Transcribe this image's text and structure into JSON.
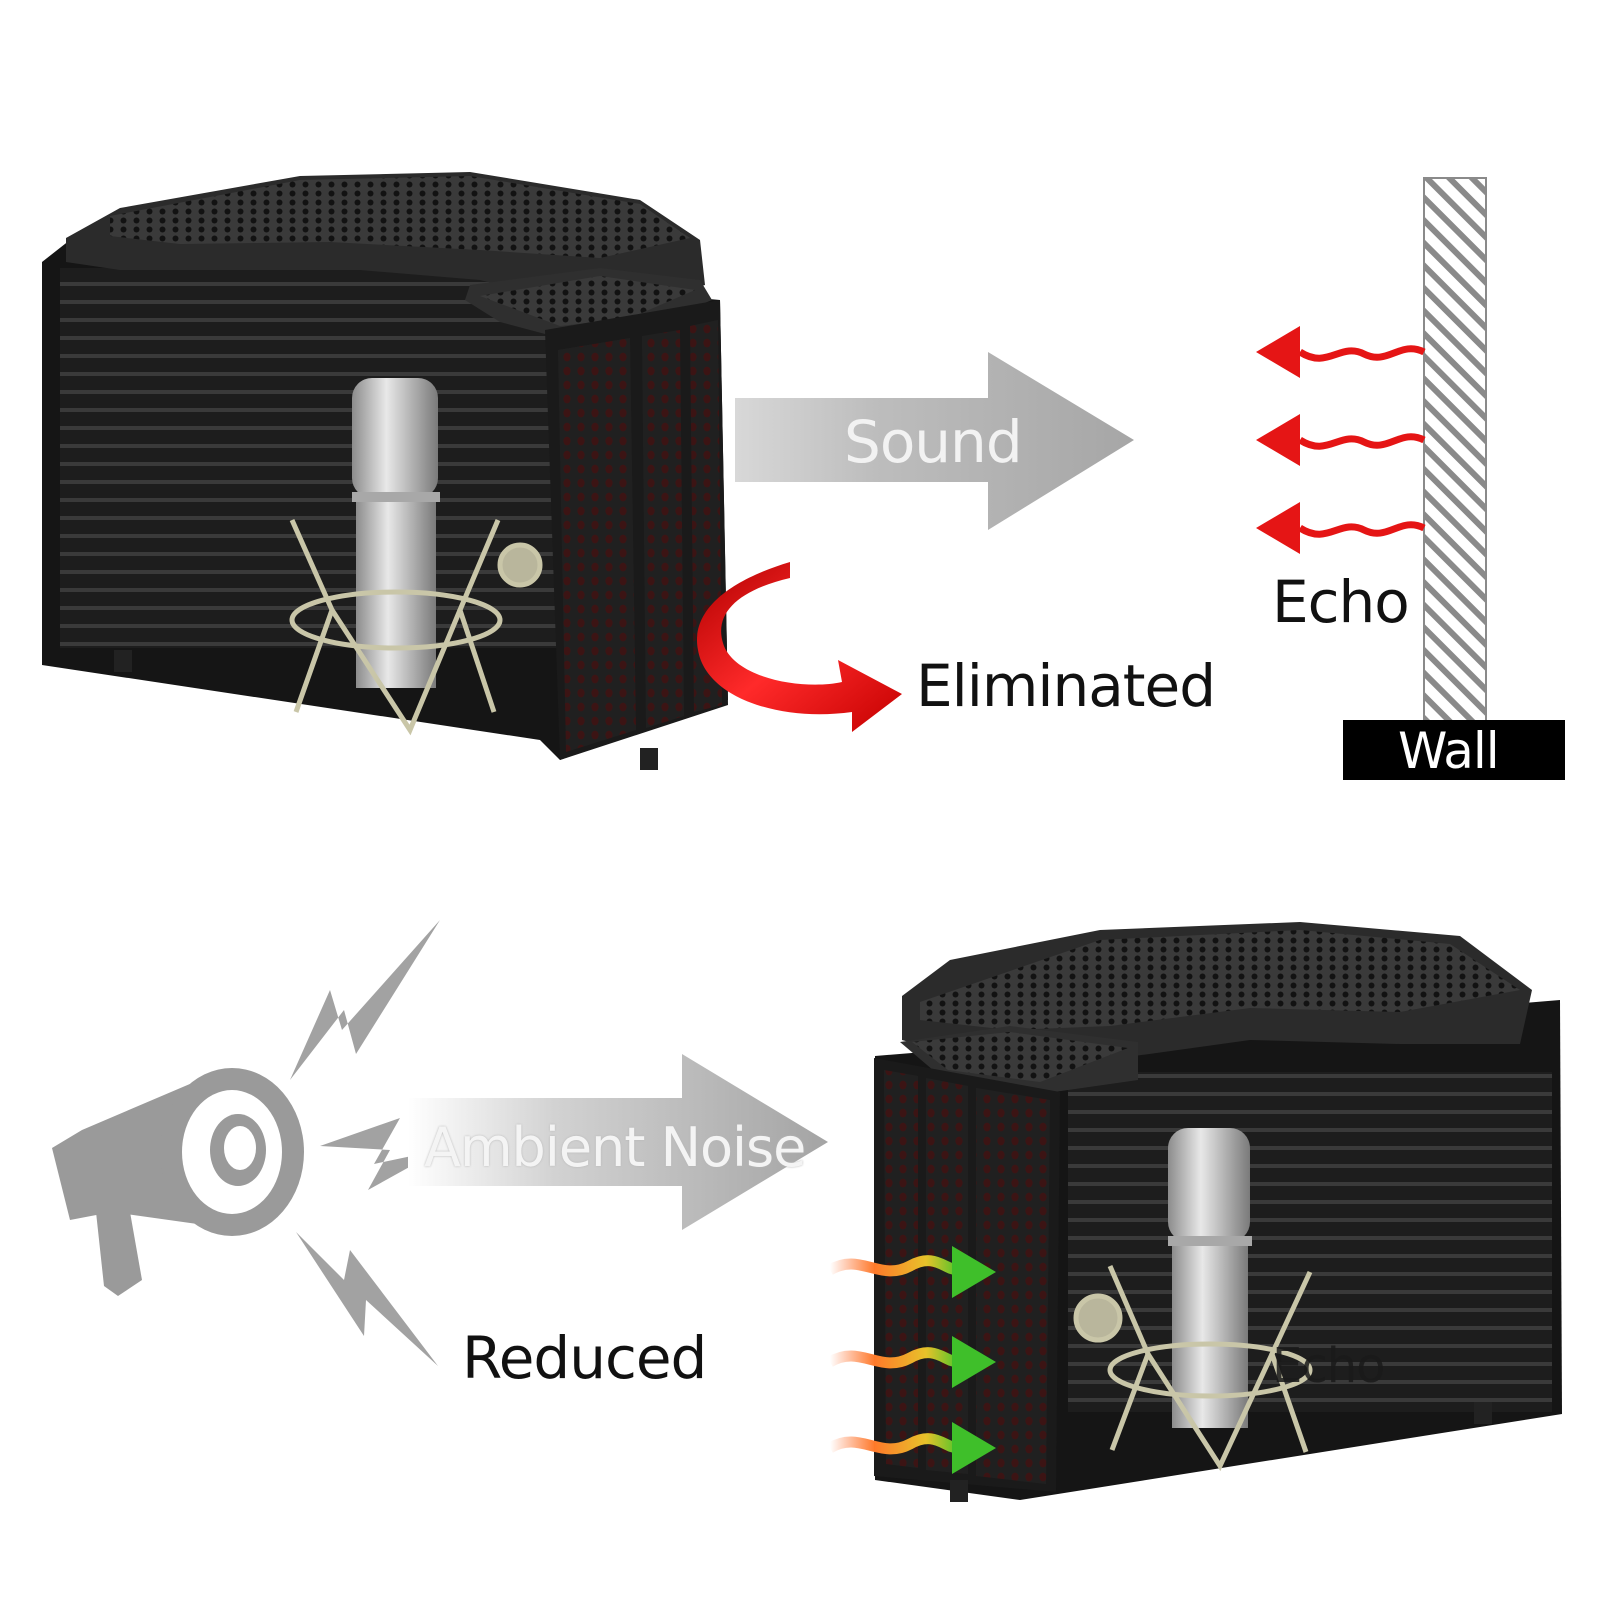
{
  "labels": {
    "sound": "Sound",
    "eliminated": "Eliminated",
    "echo_top": "Echo",
    "wall": "Wall",
    "ambient_noise": "Ambient Noise",
    "reduced": "Reduced",
    "echo_inside": "Echo"
  },
  "icons": [
    "microphone-icon",
    "shock-mount-icon",
    "megaphone-icon",
    "lightning-icon",
    "wave-arrow-icon",
    "curved-arrow-icon"
  ],
  "colors": {
    "shield_dark": "#1c1c1c",
    "arrow_gray": "#a9a9a9",
    "echo_red": "#e01010",
    "pass_green": "#3fbf2a",
    "wave_orange": "#ff8a2a",
    "wall_hatch": "#8a8a8a"
  }
}
